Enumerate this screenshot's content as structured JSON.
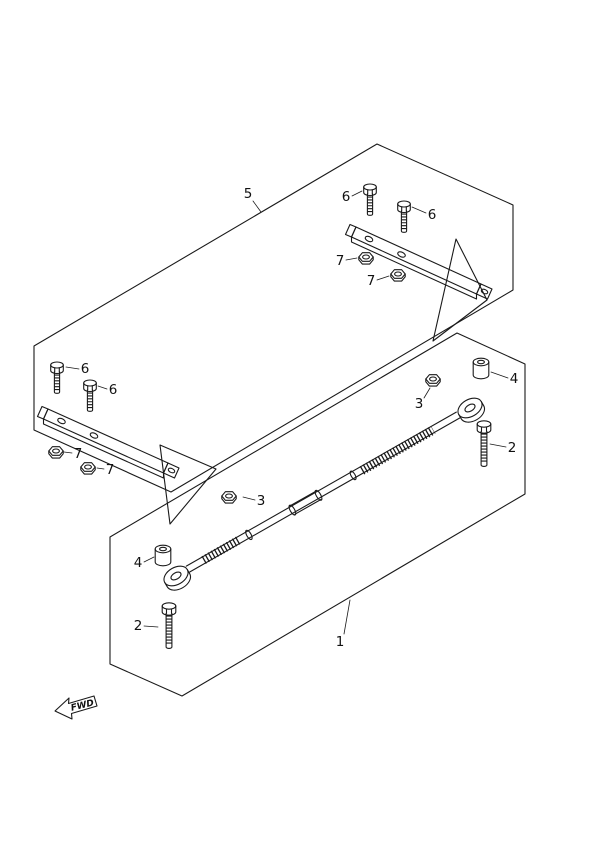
{
  "diagram_type": "exploded-parts-diagram",
  "colors": {
    "line": "#1a1a1a",
    "background": "#ffffff"
  },
  "fwd": {
    "label": "FWD"
  },
  "callouts": [
    {
      "label": "5",
      "part": "bracket-bar-group"
    },
    {
      "label": "6",
      "part": "bolt-right-a"
    },
    {
      "label": "6",
      "part": "bolt-right-b"
    },
    {
      "label": "7",
      "part": "nut-right-a"
    },
    {
      "label": "7",
      "part": "nut-right-b"
    },
    {
      "label": "6",
      "part": "bolt-left-a"
    },
    {
      "label": "6",
      "part": "bolt-left-b"
    },
    {
      "label": "7",
      "part": "nut-left-a"
    },
    {
      "label": "7",
      "part": "nut-left-b"
    },
    {
      "label": "3",
      "part": "lock-nut-right"
    },
    {
      "label": "3",
      "part": "lock-nut-left"
    },
    {
      "label": "4",
      "part": "spacer-right"
    },
    {
      "label": "4",
      "part": "spacer-left"
    },
    {
      "label": "2",
      "part": "long-bolt-right"
    },
    {
      "label": "2",
      "part": "long-bolt-left"
    },
    {
      "label": "1",
      "part": "tie-rod"
    }
  ]
}
